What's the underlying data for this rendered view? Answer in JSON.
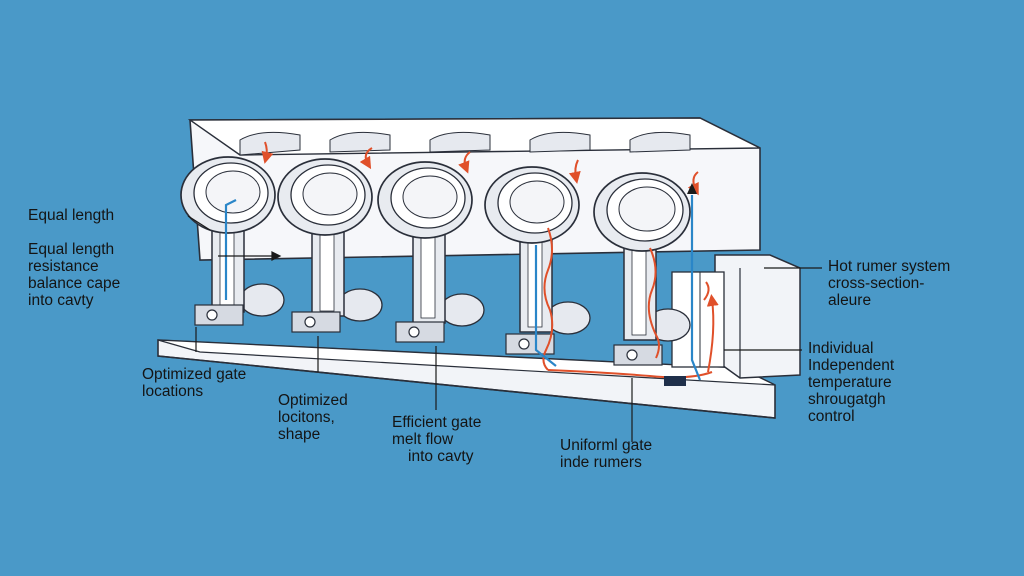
{
  "colors": {
    "background": "#4a99c8",
    "body": "#ffffff",
    "shade": "#dcdfe6",
    "outline": "#2a2f3a",
    "melt_flow": "#e0502a",
    "cooling_channel": "#2a86c8"
  },
  "labels": {
    "equal_length": [
      "Equal length"
    ],
    "equal_length_resistance": [
      "Equal length",
      "resistance",
      "balance cape",
      "into cavty"
    ],
    "optimized_gate_locations": [
      "Optimized gate",
      "locations"
    ],
    "optimized_locitons_shape": [
      "Optimized",
      "locitons,",
      "shape"
    ],
    "efficient_gate_melt_flow": [
      "Efficient gate",
      "melt flow",
      "into cavty"
    ],
    "uniform_gate_runners": [
      "Uniforml gate",
      "inde rumers"
    ],
    "hot_runner_cross_section": [
      "Hot rumer system",
      "cross-section-",
      "aleure"
    ],
    "individual_temperature_control": [
      "Individual",
      "Independent",
      "temperature",
      "shrougatgh",
      "control"
    ]
  }
}
